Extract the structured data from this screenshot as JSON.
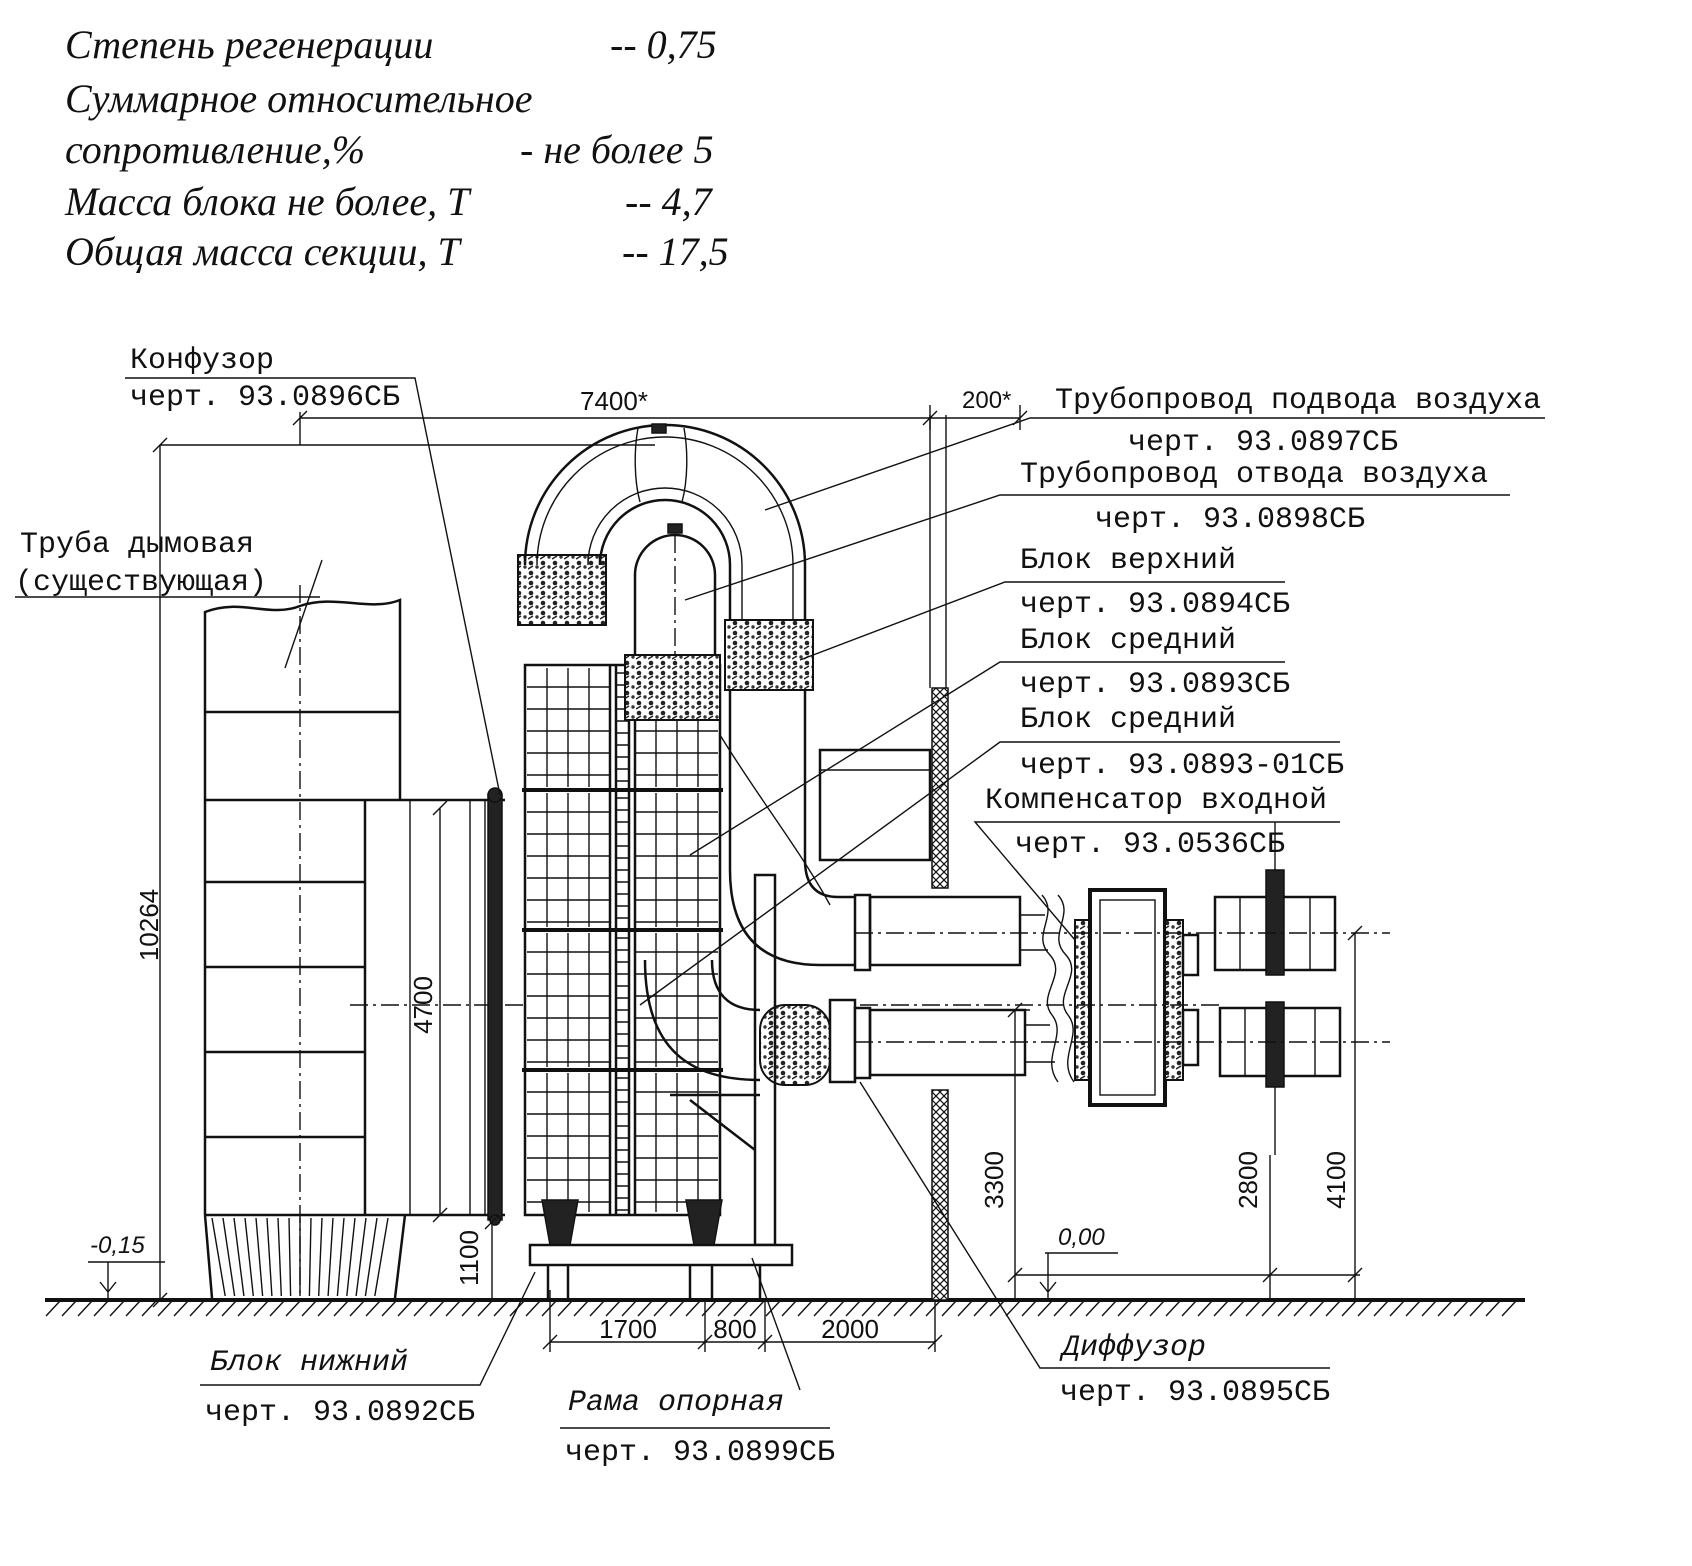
{
  "specs": [
    {
      "label": "Степень регенерации",
      "value": "-- 0,75"
    },
    {
      "label": "Суммарное относительное"
    },
    {
      "label": "сопротивление,%",
      "value": "- не более 5"
    },
    {
      "label": "Масса блока не более, Т",
      "value": "-- 4,7"
    },
    {
      "label": "Общая масса секции, Т",
      "value": "-- 17,5"
    }
  ],
  "callouts": {
    "confuser": {
      "name": "Конфузор",
      "drawing": "черт. 93.0896СБ"
    },
    "supply_pipe": {
      "name": "Трубопровод подвода воздуха",
      "drawing": "черт. 93.0897СБ"
    },
    "return_pipe": {
      "name": "Трубопровод отвода воздуха",
      "drawing": "черт. 93.0898СБ"
    },
    "upper_block": {
      "name": "Блок верхний",
      "drawing": "черт. 93.0894СБ"
    },
    "middle_block": {
      "name": "Блок средний",
      "drawing": "черт. 93.0893СБ"
    },
    "middle_block_01": {
      "name": "Блок средний",
      "drawing": "черт. 93.0893-01СБ"
    },
    "inlet_compensator": {
      "name": "Компенсатор входной",
      "drawing": "черт. 93.0536СБ"
    },
    "chimney": {
      "name": "Труба дымовая",
      "note": "(существующая)"
    },
    "lower_block": {
      "name": "Блок нижний",
      "drawing": "черт. 93.0892СБ"
    },
    "support_frame": {
      "name": "Рама опорная",
      "drawing": "черт. 93.0899СБ"
    },
    "diffuser": {
      "name": "Диффузор",
      "drawing": "черт. 93.0895СБ"
    }
  },
  "dimensions": {
    "overall_length": "7400*",
    "offset": "200*",
    "total_height": "10264",
    "block_height": "4700",
    "frame_height": "1100",
    "lower_axis_height": "3300",
    "lower_axis_height_right": "2800",
    "upper_axis_height": "4100",
    "span_1": "1700",
    "span_2": "800",
    "span_3": "2000"
  },
  "levels": {
    "base": "-0,15",
    "zero": "0,00"
  },
  "colors": {
    "ink": "#111111",
    "paper": "#ffffff"
  }
}
